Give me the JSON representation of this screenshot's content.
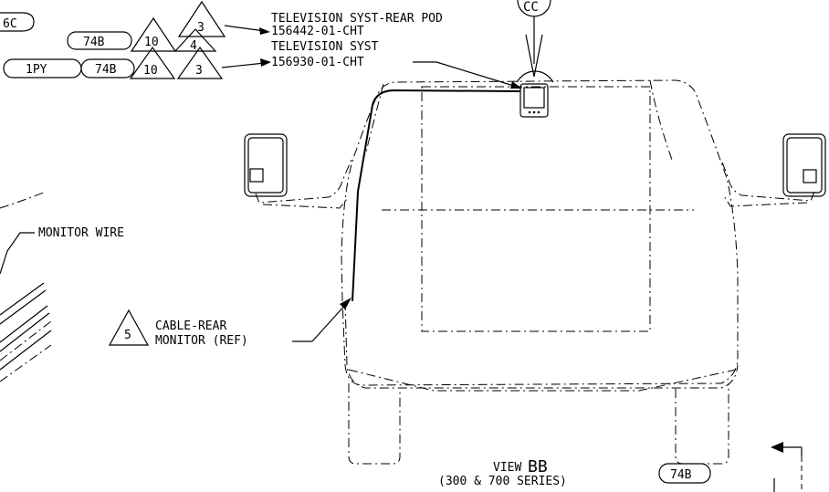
{
  "labels": {
    "tv_rear_pod_title": "TELEVISION SYST-REAR POD",
    "tv_rear_pod_part": "156442-01-CHT",
    "tv_syst_title": "TELEVISION SYST",
    "tv_syst_part": "156930-01-CHT",
    "monitor_wire": "MONITOR WIRE",
    "cable_line1": "CABLE-REAR",
    "cable_line2": "MONITOR (REF)",
    "view_title_prefix": "VIEW",
    "view_title_letters": "BB",
    "view_subtitle": "(300 & 700 SERIES)",
    "view_badge": "74B",
    "view_circle_letters": "CC"
  },
  "callouts": {
    "row1_oval_partial": "6C",
    "row1_oval": "74B",
    "row1_tri_a": "10",
    "row1_tri_b": "4",
    "row1_tri_top": "3",
    "row2_oval_a": "1PY",
    "row2_oval_b": "74B",
    "row2_tri_a": "10",
    "row2_tri_b": "3",
    "cable_tri": "5"
  }
}
